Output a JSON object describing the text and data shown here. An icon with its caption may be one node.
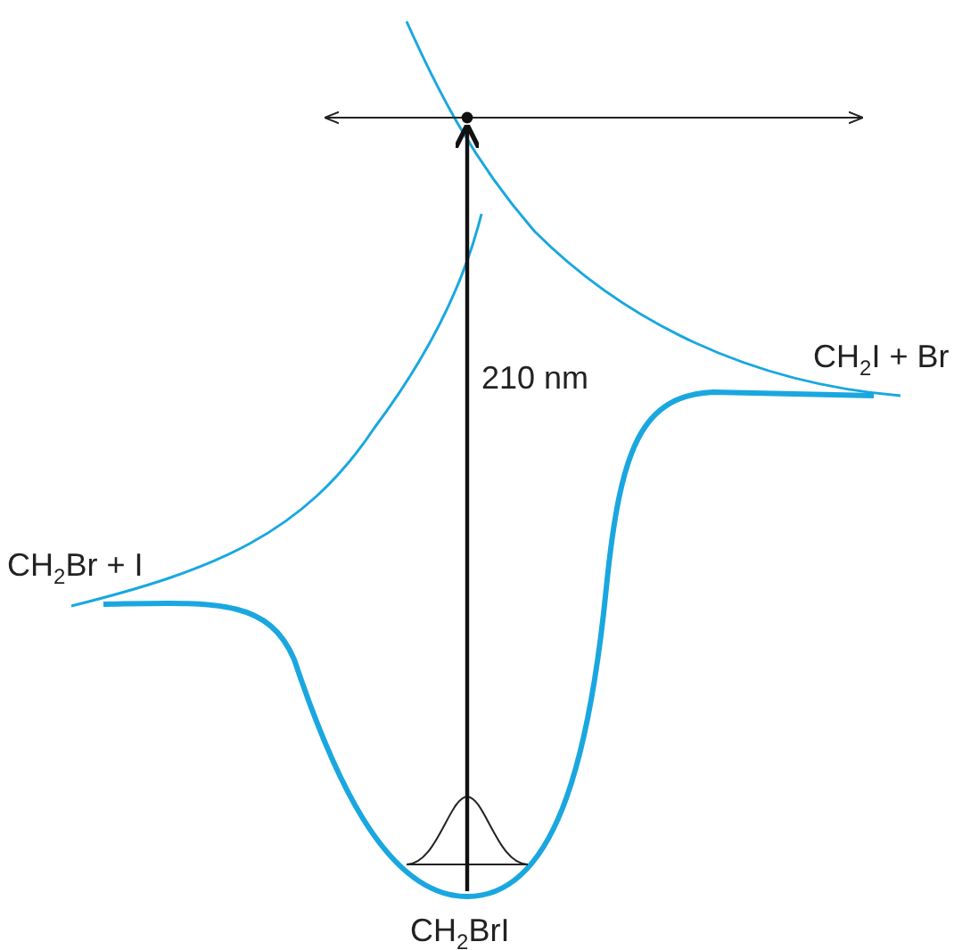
{
  "diagram": {
    "labels": [
      "CH$_{2}$I + Br",
      "210 nm",
      "CH$_{2}$Br + I",
      "CH$_{2}$BrI"
    ]
  }
}
